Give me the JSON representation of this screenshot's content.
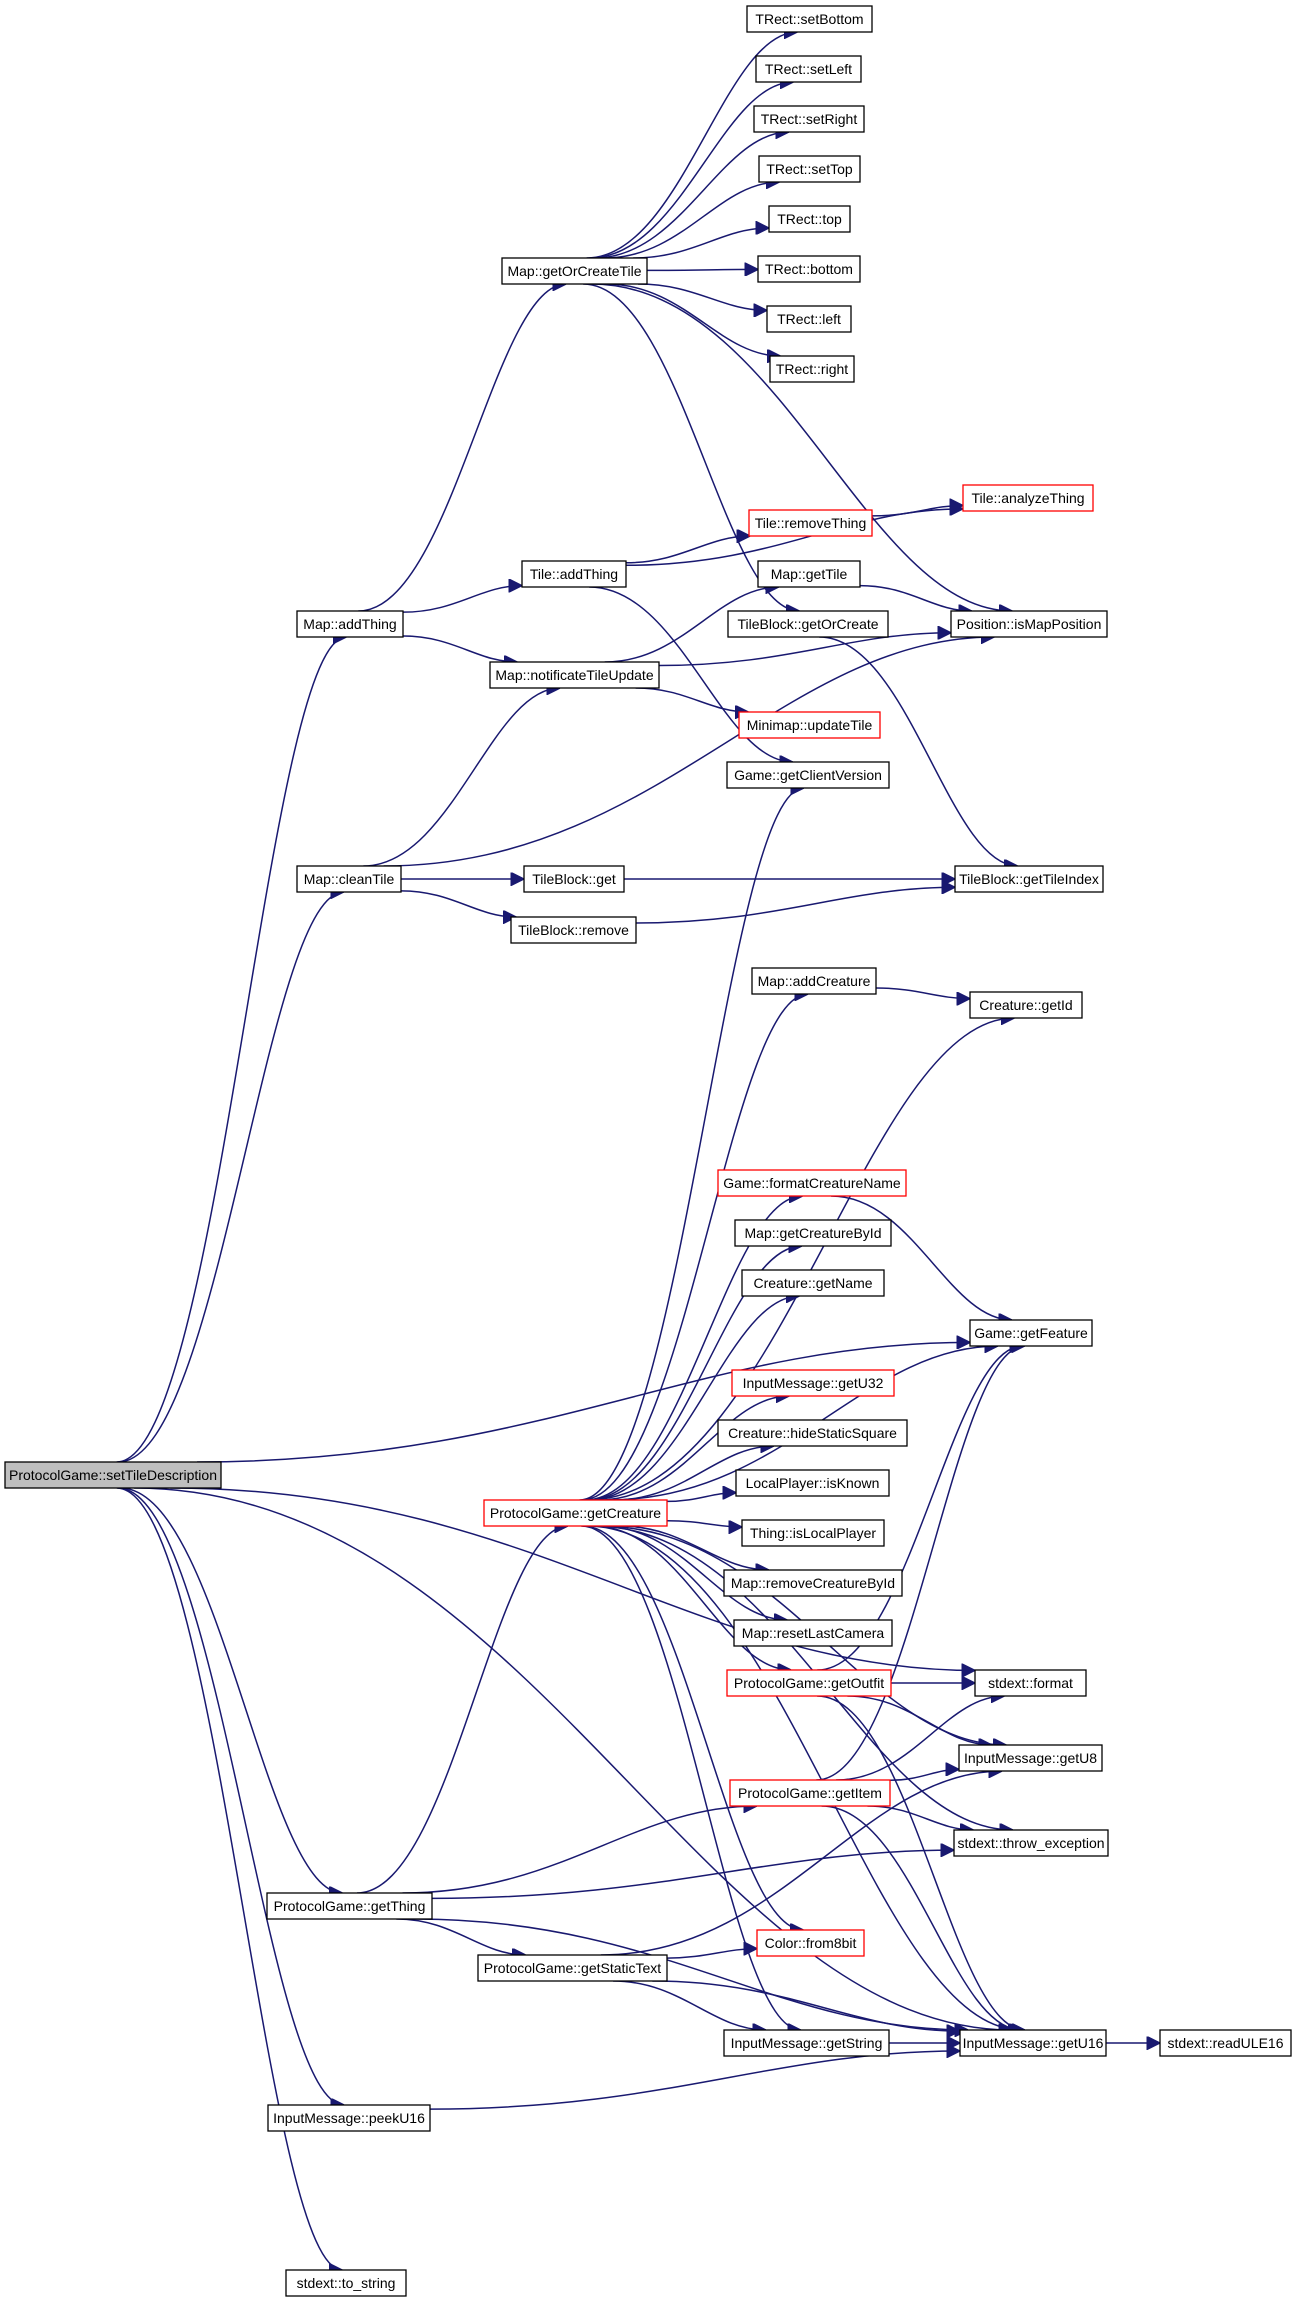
{
  "diagram": {
    "title": "",
    "nodes": [
      {
        "id": "root",
        "label": "ProtocolGame::setTileDescription",
        "style": "root"
      },
      {
        "id": "n1",
        "label": "TRect::setBottom",
        "style": "normal"
      },
      {
        "id": "n2",
        "label": "TRect::setLeft",
        "style": "normal"
      },
      {
        "id": "n3",
        "label": "TRect::setRight",
        "style": "normal"
      },
      {
        "id": "n4",
        "label": "TRect::setTop",
        "style": "normal"
      },
      {
        "id": "n5",
        "label": "TRect::top",
        "style": "normal"
      },
      {
        "id": "n6",
        "label": "TRect::bottom",
        "style": "normal"
      },
      {
        "id": "n7",
        "label": "TRect::left",
        "style": "normal"
      },
      {
        "id": "n8",
        "label": "TRect::right",
        "style": "normal"
      },
      {
        "id": "n9",
        "label": "Map::getOrCreateTile",
        "style": "normal"
      },
      {
        "id": "n10",
        "label": "Tile::analyzeThing",
        "style": "red"
      },
      {
        "id": "n11",
        "label": "Tile::removeThing",
        "style": "red"
      },
      {
        "id": "n12",
        "label": "Tile::addThing",
        "style": "normal"
      },
      {
        "id": "n13",
        "label": "Map::getTile",
        "style": "normal"
      },
      {
        "id": "n14",
        "label": "Map::addThing",
        "style": "normal"
      },
      {
        "id": "n15",
        "label": "TileBlock::getOrCreate",
        "style": "normal"
      },
      {
        "id": "n16",
        "label": "Position::isMapPosition",
        "style": "normal"
      },
      {
        "id": "n17",
        "label": "Map::notificateTileUpdate",
        "style": "normal"
      },
      {
        "id": "n18",
        "label": "Minimap::updateTile",
        "style": "red"
      },
      {
        "id": "n19",
        "label": "Game::getClientVersion",
        "style": "normal"
      },
      {
        "id": "n20",
        "label": "Map::cleanTile",
        "style": "normal"
      },
      {
        "id": "n21",
        "label": "TileBlock::get",
        "style": "normal"
      },
      {
        "id": "n22",
        "label": "TileBlock::getTileIndex",
        "style": "normal"
      },
      {
        "id": "n23",
        "label": "TileBlock::remove",
        "style": "normal"
      },
      {
        "id": "n24",
        "label": "Map::addCreature",
        "style": "normal"
      },
      {
        "id": "n25",
        "label": "Creature::getId",
        "style": "normal"
      },
      {
        "id": "n26",
        "label": "Game::formatCreatureName",
        "style": "red"
      },
      {
        "id": "n27",
        "label": "Map::getCreatureById",
        "style": "normal"
      },
      {
        "id": "n28",
        "label": "Creature::getName",
        "style": "normal"
      },
      {
        "id": "n29",
        "label": "Game::getFeature",
        "style": "normal"
      },
      {
        "id": "n30",
        "label": "InputMessage::getU32",
        "style": "red"
      },
      {
        "id": "n31",
        "label": "Creature::hideStaticSquare",
        "style": "normal"
      },
      {
        "id": "n32",
        "label": "LocalPlayer::isKnown",
        "style": "normal"
      },
      {
        "id": "n33",
        "label": "ProtocolGame::getCreature",
        "style": "red"
      },
      {
        "id": "n34",
        "label": "Thing::isLocalPlayer",
        "style": "normal"
      },
      {
        "id": "n35",
        "label": "Map::removeCreatureById",
        "style": "normal"
      },
      {
        "id": "n36",
        "label": "Map::resetLastCamera",
        "style": "normal"
      },
      {
        "id": "n37",
        "label": "ProtocolGame::getOutfit",
        "style": "red"
      },
      {
        "id": "n38",
        "label": "stdext::format",
        "style": "normal"
      },
      {
        "id": "n39",
        "label": "InputMessage::getU8",
        "style": "normal"
      },
      {
        "id": "n40",
        "label": "ProtocolGame::getItem",
        "style": "red"
      },
      {
        "id": "n41",
        "label": "stdext::throw_exception",
        "style": "normal"
      },
      {
        "id": "n42",
        "label": "ProtocolGame::getThing",
        "style": "normal"
      },
      {
        "id": "n43",
        "label": "Color::from8bit",
        "style": "red"
      },
      {
        "id": "n44",
        "label": "ProtocolGame::getStaticText",
        "style": "normal"
      },
      {
        "id": "n45",
        "label": "InputMessage::getString",
        "style": "normal"
      },
      {
        "id": "n46",
        "label": "InputMessage::getU16",
        "style": "normal"
      },
      {
        "id": "n47",
        "label": "stdext::readULE16",
        "style": "normal"
      },
      {
        "id": "n48",
        "label": "InputMessage::peekU16",
        "style": "normal"
      },
      {
        "id": "n49",
        "label": "stdext::to_string",
        "style": "normal"
      }
    ],
    "edges": [
      [
        "root",
        "n14"
      ],
      [
        "root",
        "n20"
      ],
      [
        "root",
        "n29"
      ],
      [
        "root",
        "n38"
      ],
      [
        "root",
        "n42"
      ],
      [
        "root",
        "n48"
      ],
      [
        "root",
        "n49"
      ],
      [
        "root",
        "n46"
      ],
      [
        "n14",
        "n9"
      ],
      [
        "n14",
        "n12"
      ],
      [
        "n14",
        "n17"
      ],
      [
        "n9",
        "n1"
      ],
      [
        "n9",
        "n2"
      ],
      [
        "n9",
        "n3"
      ],
      [
        "n9",
        "n4"
      ],
      [
        "n9",
        "n5"
      ],
      [
        "n9",
        "n6"
      ],
      [
        "n9",
        "n7"
      ],
      [
        "n9",
        "n8"
      ],
      [
        "n9",
        "n15"
      ],
      [
        "n9",
        "n16"
      ],
      [
        "n12",
        "n11"
      ],
      [
        "n12",
        "n10"
      ],
      [
        "n12",
        "n19"
      ],
      [
        "n11",
        "n10"
      ],
      [
        "n17",
        "n13"
      ],
      [
        "n17",
        "n16"
      ],
      [
        "n17",
        "n18"
      ],
      [
        "n13",
        "n16"
      ],
      [
        "n15",
        "n22"
      ],
      [
        "n20",
        "n17"
      ],
      [
        "n20",
        "n21"
      ],
      [
        "n20",
        "n23"
      ],
      [
        "n20",
        "n16"
      ],
      [
        "n21",
        "n22"
      ],
      [
        "n23",
        "n22"
      ],
      [
        "n24",
        "n25"
      ],
      [
        "n26",
        "n29"
      ],
      [
        "n33",
        "n19"
      ],
      [
        "n33",
        "n24"
      ],
      [
        "n33",
        "n25"
      ],
      [
        "n33",
        "n26"
      ],
      [
        "n33",
        "n27"
      ],
      [
        "n33",
        "n28"
      ],
      [
        "n33",
        "n29"
      ],
      [
        "n33",
        "n30"
      ],
      [
        "n33",
        "n31"
      ],
      [
        "n33",
        "n32"
      ],
      [
        "n33",
        "n34"
      ],
      [
        "n33",
        "n35"
      ],
      [
        "n33",
        "n36"
      ],
      [
        "n33",
        "n37"
      ],
      [
        "n33",
        "n39"
      ],
      [
        "n33",
        "n41"
      ],
      [
        "n33",
        "n43"
      ],
      [
        "n33",
        "n45"
      ],
      [
        "n33",
        "n46"
      ],
      [
        "n37",
        "n29"
      ],
      [
        "n37",
        "n38"
      ],
      [
        "n37",
        "n39"
      ],
      [
        "n37",
        "n46"
      ],
      [
        "n40",
        "n29"
      ],
      [
        "n40",
        "n38"
      ],
      [
        "n40",
        "n39"
      ],
      [
        "n40",
        "n41"
      ],
      [
        "n40",
        "n46"
      ],
      [
        "n42",
        "n33"
      ],
      [
        "n42",
        "n40"
      ],
      [
        "n42",
        "n44"
      ],
      [
        "n42",
        "n41"
      ],
      [
        "n42",
        "n46"
      ],
      [
        "n44",
        "n43"
      ],
      [
        "n44",
        "n45"
      ],
      [
        "n44",
        "n39"
      ],
      [
        "n44",
        "n46"
      ],
      [
        "n45",
        "n46"
      ],
      [
        "n46",
        "n47"
      ],
      [
        "n48",
        "n46"
      ]
    ]
  }
}
